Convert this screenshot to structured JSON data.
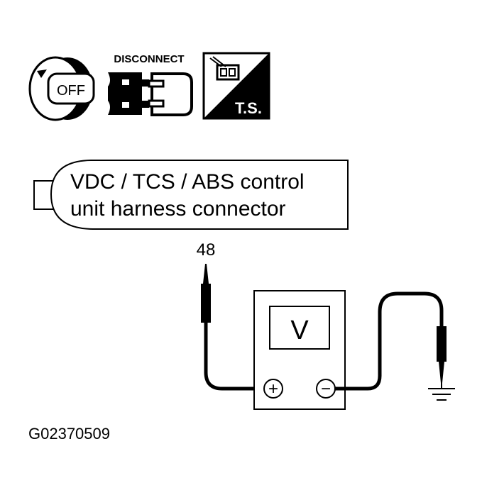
{
  "icons": {
    "ignition": {
      "icon": "ignition-key-icon",
      "label": "OFF"
    },
    "disconnect": {
      "icon": "connector-disconnect-icon",
      "label": "DISCONNECT"
    },
    "trouble_shoot": {
      "icon": "trouble-shooting-harness-icon",
      "label": "T.S."
    }
  },
  "connector": {
    "line1": "VDC / TCS / ABS control",
    "line2": "unit harness connector"
  },
  "terminal": "48",
  "meter": {
    "display": "V",
    "positive_symbol": "+",
    "negative_symbol": "−"
  },
  "ground": {
    "icon": "ground-symbol-icon"
  },
  "figure_code": "G02370509"
}
